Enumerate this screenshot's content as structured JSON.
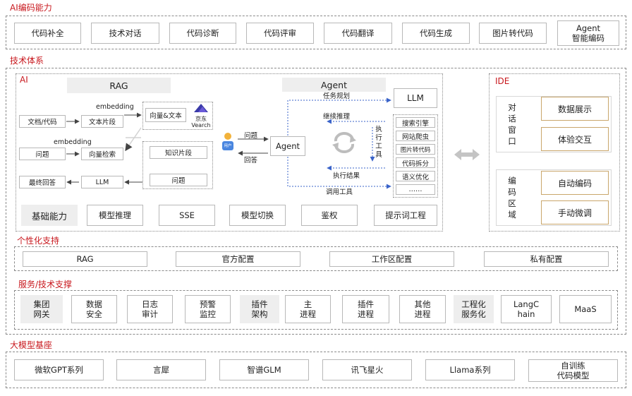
{
  "coding": {
    "title": "AI编码能力",
    "items": [
      "代码补全",
      "技术对话",
      "代码诊断",
      "代码评审",
      "代码翻译",
      "代码生成",
      "图片转代码",
      "Agent\n智能编码"
    ]
  },
  "tech": {
    "title": "技术体系",
    "ai_label": "AI",
    "rag": {
      "header": "RAG",
      "doc": "文档/代码",
      "text_seg": "文本片段",
      "embedding_top": "embedding",
      "vector_text": "向量&文本",
      "vearch": "京东\nVearch",
      "embedding_mid": "embedding",
      "question": "问题",
      "vector_search": "向量检索",
      "knowledge": "知识片段",
      "question2": "问题",
      "final_answer": "最终回答",
      "llm": "LLM"
    },
    "agent": {
      "header": "Agent",
      "llm": "LLM",
      "task_plan": "任务规划",
      "continue_reason": "继续推理",
      "exec_tool": "执行\n工具",
      "exec_result": "执行结果",
      "call_tool": "调用工具",
      "question": "问题",
      "answer": "回答",
      "agent": "Agent",
      "user_badge": "用户",
      "tools": [
        "搜索引擎",
        "网站爬虫",
        "图片转代码",
        "代码拆分",
        "语义优化",
        "……"
      ]
    },
    "base": [
      "基础能力",
      "模型推理",
      "SSE",
      "模型切换",
      "鉴权",
      "提示词工程"
    ],
    "ide": {
      "title": "IDE",
      "dialog_label": "对\n话\n窗\n口",
      "dialog_items": [
        "数据展示",
        "体验交互"
      ],
      "code_label": "编\n码\n区\n域",
      "code_items": [
        "自动编码",
        "手动微调"
      ]
    },
    "personal": {
      "title": "个性化支持",
      "items": [
        "RAG",
        "官方配置",
        "工作区配置",
        "私有配置"
      ]
    },
    "service": {
      "title": "服务/技术支撑",
      "items": [
        "集团\n网关",
        "数据\n安全",
        "日志\n审计",
        "预警\n监控",
        "插件\n架构",
        "主\n进程",
        "插件\n进程",
        "其他\n进程",
        "工程化\n服务化",
        "LangC\nhain",
        "MaaS"
      ]
    }
  },
  "models": {
    "title": "大模型基座",
    "items": [
      "微软GPT系列",
      "言犀",
      "智谱GLM",
      "讯飞星火",
      "Llama系列",
      "自训练\n代码模型"
    ]
  },
  "colors": {
    "title_red": "#c8181e",
    "ide_border": "#c9a66b",
    "arrow_blue": "#3a63c9"
  }
}
